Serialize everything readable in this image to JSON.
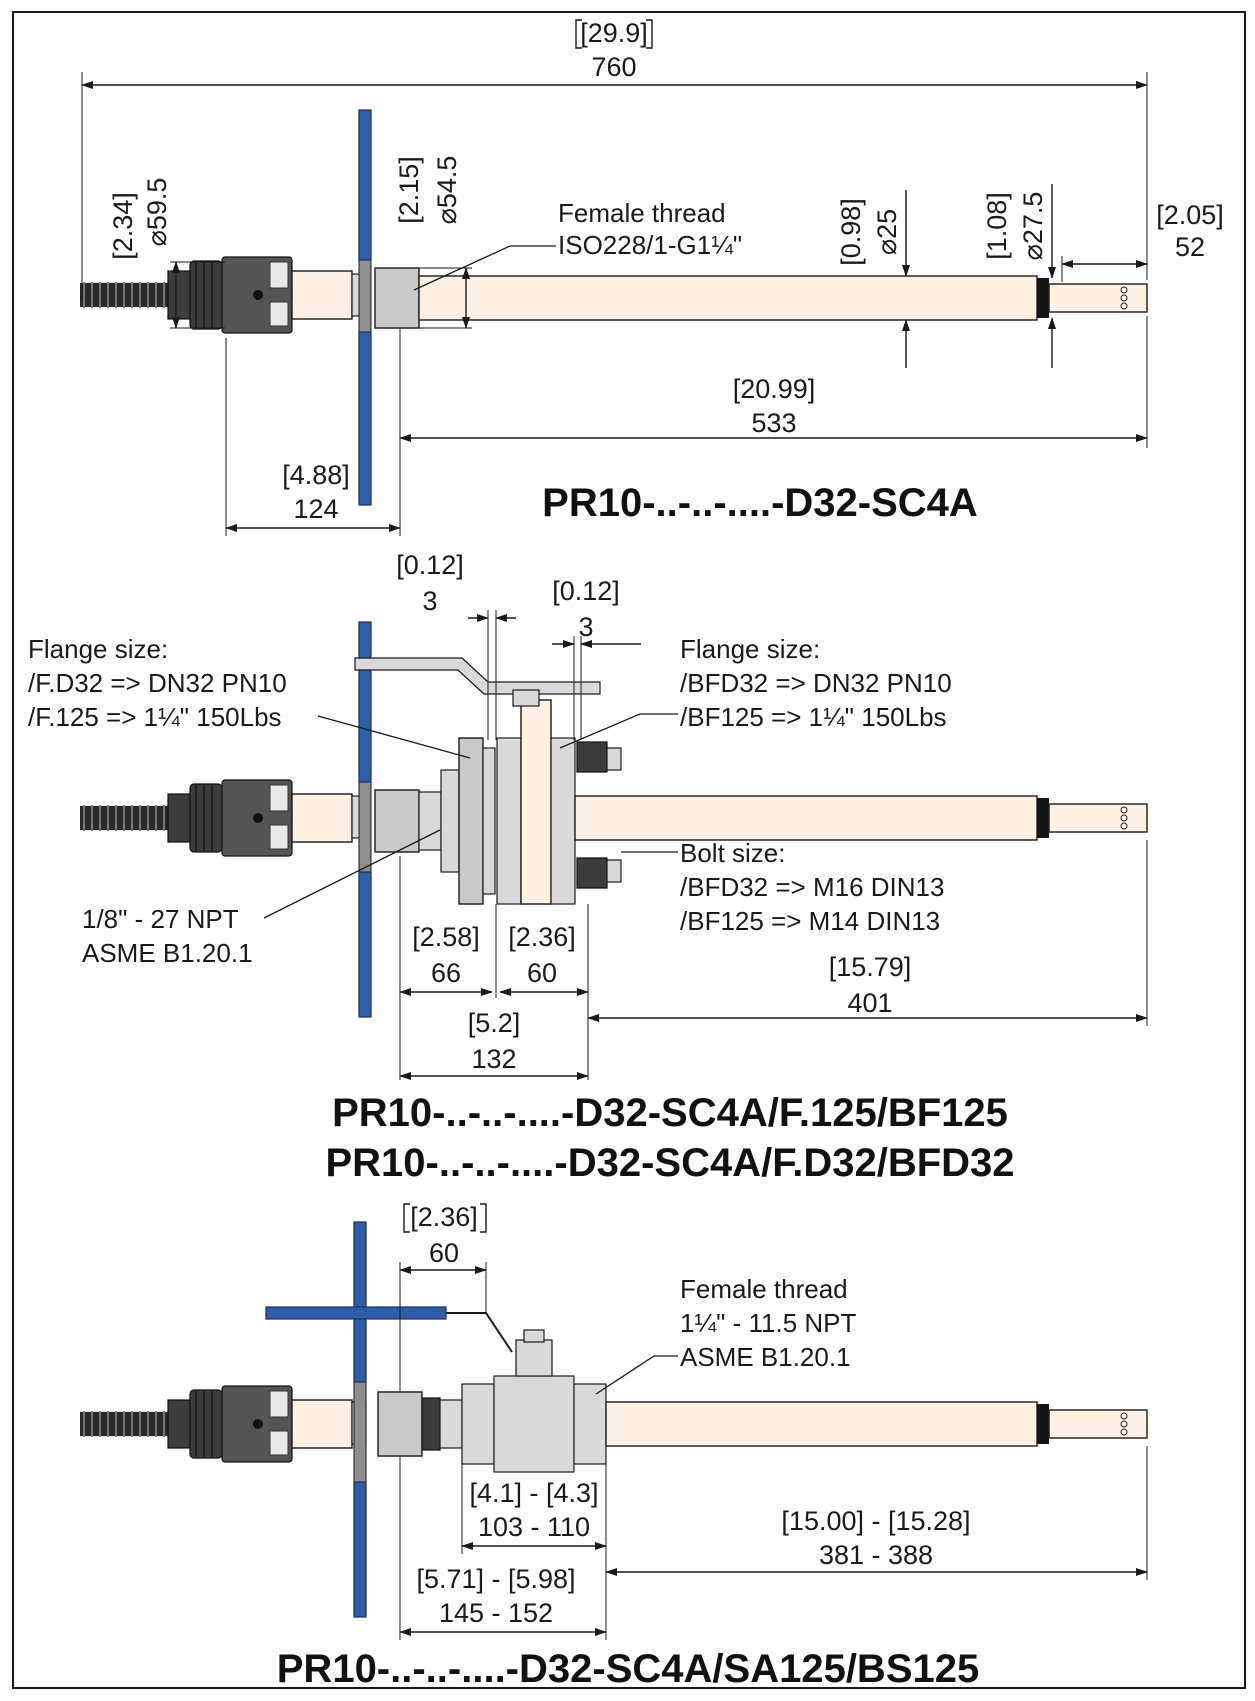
{
  "view1": {
    "dims": {
      "overall": {
        "inch": "29.9",
        "mm": "760"
      },
      "connector_dia": {
        "inch": "2.34",
        "mm": "⌀59.5"
      },
      "nut_dia": {
        "inch": "2.15",
        "mm": "⌀54.5"
      },
      "tube_dia": {
        "inch": "0.98",
        "mm": "⌀25"
      },
      "collar_dia": {
        "inch": "1.08",
        "mm": "⌀27.5"
      },
      "tip_len": {
        "inch": "2.05",
        "mm": "52"
      },
      "insert_len": {
        "inch": "20.99",
        "mm": "533"
      },
      "head_len": {
        "inch": "4.88",
        "mm": "124"
      }
    },
    "note_thread": [
      "Female thread",
      "ISO228/1-G1¼\""
    ],
    "title": "PR10-..-..-....-D32-SC4A"
  },
  "view2": {
    "dims": {
      "gap1": {
        "inch": "0.12",
        "mm": "3"
      },
      "gap2": {
        "inch": "0.12",
        "mm": "3"
      },
      "flange1": {
        "inch": "2.58",
        "mm": "66"
      },
      "flange2": {
        "inch": "2.36",
        "mm": "60"
      },
      "insert_len": {
        "inch": "15.79",
        "mm": "401"
      },
      "valve_total": {
        "inch": "5.2",
        "mm": "132"
      }
    },
    "note_flange_left": [
      "Flange size:",
      "/F.D32 => DN32 PN10",
      "/F.125 => 1¼\" 150Lbs"
    ],
    "note_flange_right": [
      "Flange size:",
      "/BFD32 => DN32 PN10",
      "/BF125 => 1¼\" 150Lbs"
    ],
    "note_npt": [
      "1/8\" - 27 NPT",
      "ASME B1.20.1"
    ],
    "note_bolt": [
      "Bolt size:",
      "/BFD32 => M16 DIN13",
      "/BF125 => M14 DIN13"
    ],
    "title_lines": [
      "PR10-..-..-....-D32-SC4A/F.125/BF125",
      "PR10-..-..-....-D32-SC4A/F.D32/BFD32"
    ]
  },
  "view3": {
    "dims": {
      "handle_offset": {
        "inch": "2.36",
        "mm": "60"
      },
      "valve_len": {
        "inch": "[4.1] - [4.3]",
        "mm": "103 - 110"
      },
      "insert_len": {
        "inch": "[15.00] - [15.28]",
        "mm": "381 - 388"
      },
      "total": {
        "inch": "[5.71] - [5.98]",
        "mm": "145 - 152"
      }
    },
    "note_thread": [
      "Female thread",
      "1¼\" - 11.5 NPT",
      "ASME B1.20.1"
    ],
    "title": "PR10-..-..-....-D32-SC4A/SA125/BS125"
  },
  "colors": {
    "tube": "#fdf1e3",
    "handle_blue": "#2f5ea8",
    "connector": "#3c3c3c",
    "nut": "#c9c9c9"
  }
}
